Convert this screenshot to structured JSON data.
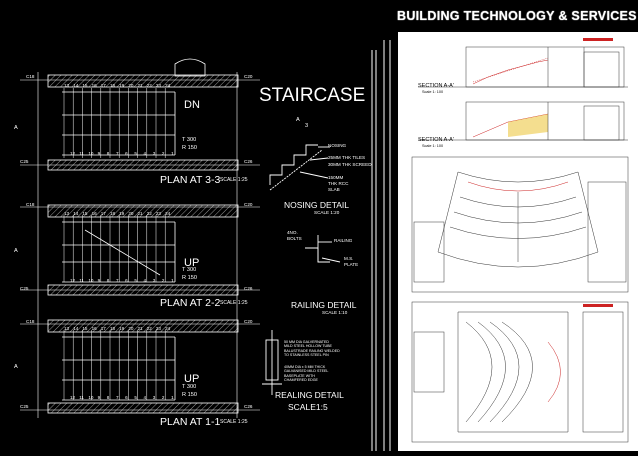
{
  "header": {
    "title": "BUILDING TECHNOLOGY & SERVICES"
  },
  "staircase": {
    "heading": "STAIRCASE"
  },
  "plans": [
    {
      "name": "PLAN AT 3-3",
      "scale": "SCALE 1:25",
      "direction": "DN",
      "top_numbers": [
        "13",
        "14",
        "15",
        "16",
        "17",
        "18",
        "19",
        "20",
        "21",
        "22",
        "23",
        "24"
      ],
      "bottom_numbers": [
        "12",
        "11",
        "10",
        "9",
        "8",
        "7",
        "6",
        "5",
        "4",
        "3",
        "2",
        "1"
      ],
      "tread": "T 300",
      "riser": "R 150",
      "cols": {
        "tl": "C18",
        "tr": "C20",
        "bl": "C25",
        "br": "C26"
      }
    },
    {
      "name": "PLAN AT 2-2",
      "scale": "SCALE 1:25",
      "direction": "UP",
      "top_numbers": [
        "13",
        "14",
        "15",
        "16",
        "17",
        "18",
        "19",
        "20",
        "21",
        "22",
        "23",
        "24"
      ],
      "bottom_numbers": [
        "12",
        "11",
        "10",
        "9",
        "8",
        "7",
        "6",
        "5",
        "4",
        "3",
        "2",
        "1"
      ],
      "tread": "T 300",
      "riser": "R 150",
      "cols": {
        "tl": "C18",
        "tr": "C20",
        "bl": "C25",
        "br": "C26"
      }
    },
    {
      "name": "PLAN AT 1-1",
      "scale": "SCALE 1:25",
      "direction": "UP",
      "top_numbers": [
        "13",
        "14",
        "15",
        "16",
        "17",
        "18",
        "19",
        "20",
        "21",
        "22",
        "23",
        "24"
      ],
      "bottom_numbers": [
        "12",
        "11",
        "10",
        "9",
        "8",
        "7",
        "6",
        "5",
        "4",
        "3",
        "2",
        "1"
      ],
      "tread": "T 300",
      "riser": "R 150",
      "cols": {
        "tl": "C18",
        "tr": "C20",
        "bl": "C25",
        "br": "C26"
      }
    }
  ],
  "section_marks": {
    "letter": "A",
    "num": "3"
  },
  "nosing_detail": {
    "title": "NOSING DETAIL",
    "scale": "SCALE 1:20",
    "labels": [
      "NOSING",
      "25MM THK TILES",
      "30MM THK SCREED",
      "150MM",
      "THK RCC",
      "SLAB"
    ]
  },
  "railing_detail": {
    "title": "RAILING DETAIL",
    "scale": "SCALE 1:10",
    "labels": [
      "4NO.",
      "BOLTS",
      "RAILING",
      "M.S.",
      "PLATE"
    ]
  },
  "realing_detail": {
    "title": "REALING DETAIL",
    "scale": "SCALE1:5",
    "note1": [
      "50 MM DIA GALVERNATED",
      "MILD STEEL HOLLOW TUBE",
      "BALUSTRADE RAILING WELDED",
      "TO STAINLESS STEEL PIN"
    ],
    "note2": [
      "40MM DIA x 5 MM THICK",
      "GALVANISED MILD STEEL",
      "BASEPLATE WITH",
      "CHAMFERED EDGE"
    ]
  },
  "sections": [
    {
      "label": "SECTION A-A'",
      "scale": "Scale 1: 100"
    },
    {
      "label": "SECTION A-A'",
      "scale": "Scale 1: 100"
    }
  ],
  "colors": {
    "background": "#000000",
    "line": "#ffffff",
    "panel": "#ffffff",
    "accent_red": "#cc2222",
    "accent_yellow": "#f0d060"
  }
}
